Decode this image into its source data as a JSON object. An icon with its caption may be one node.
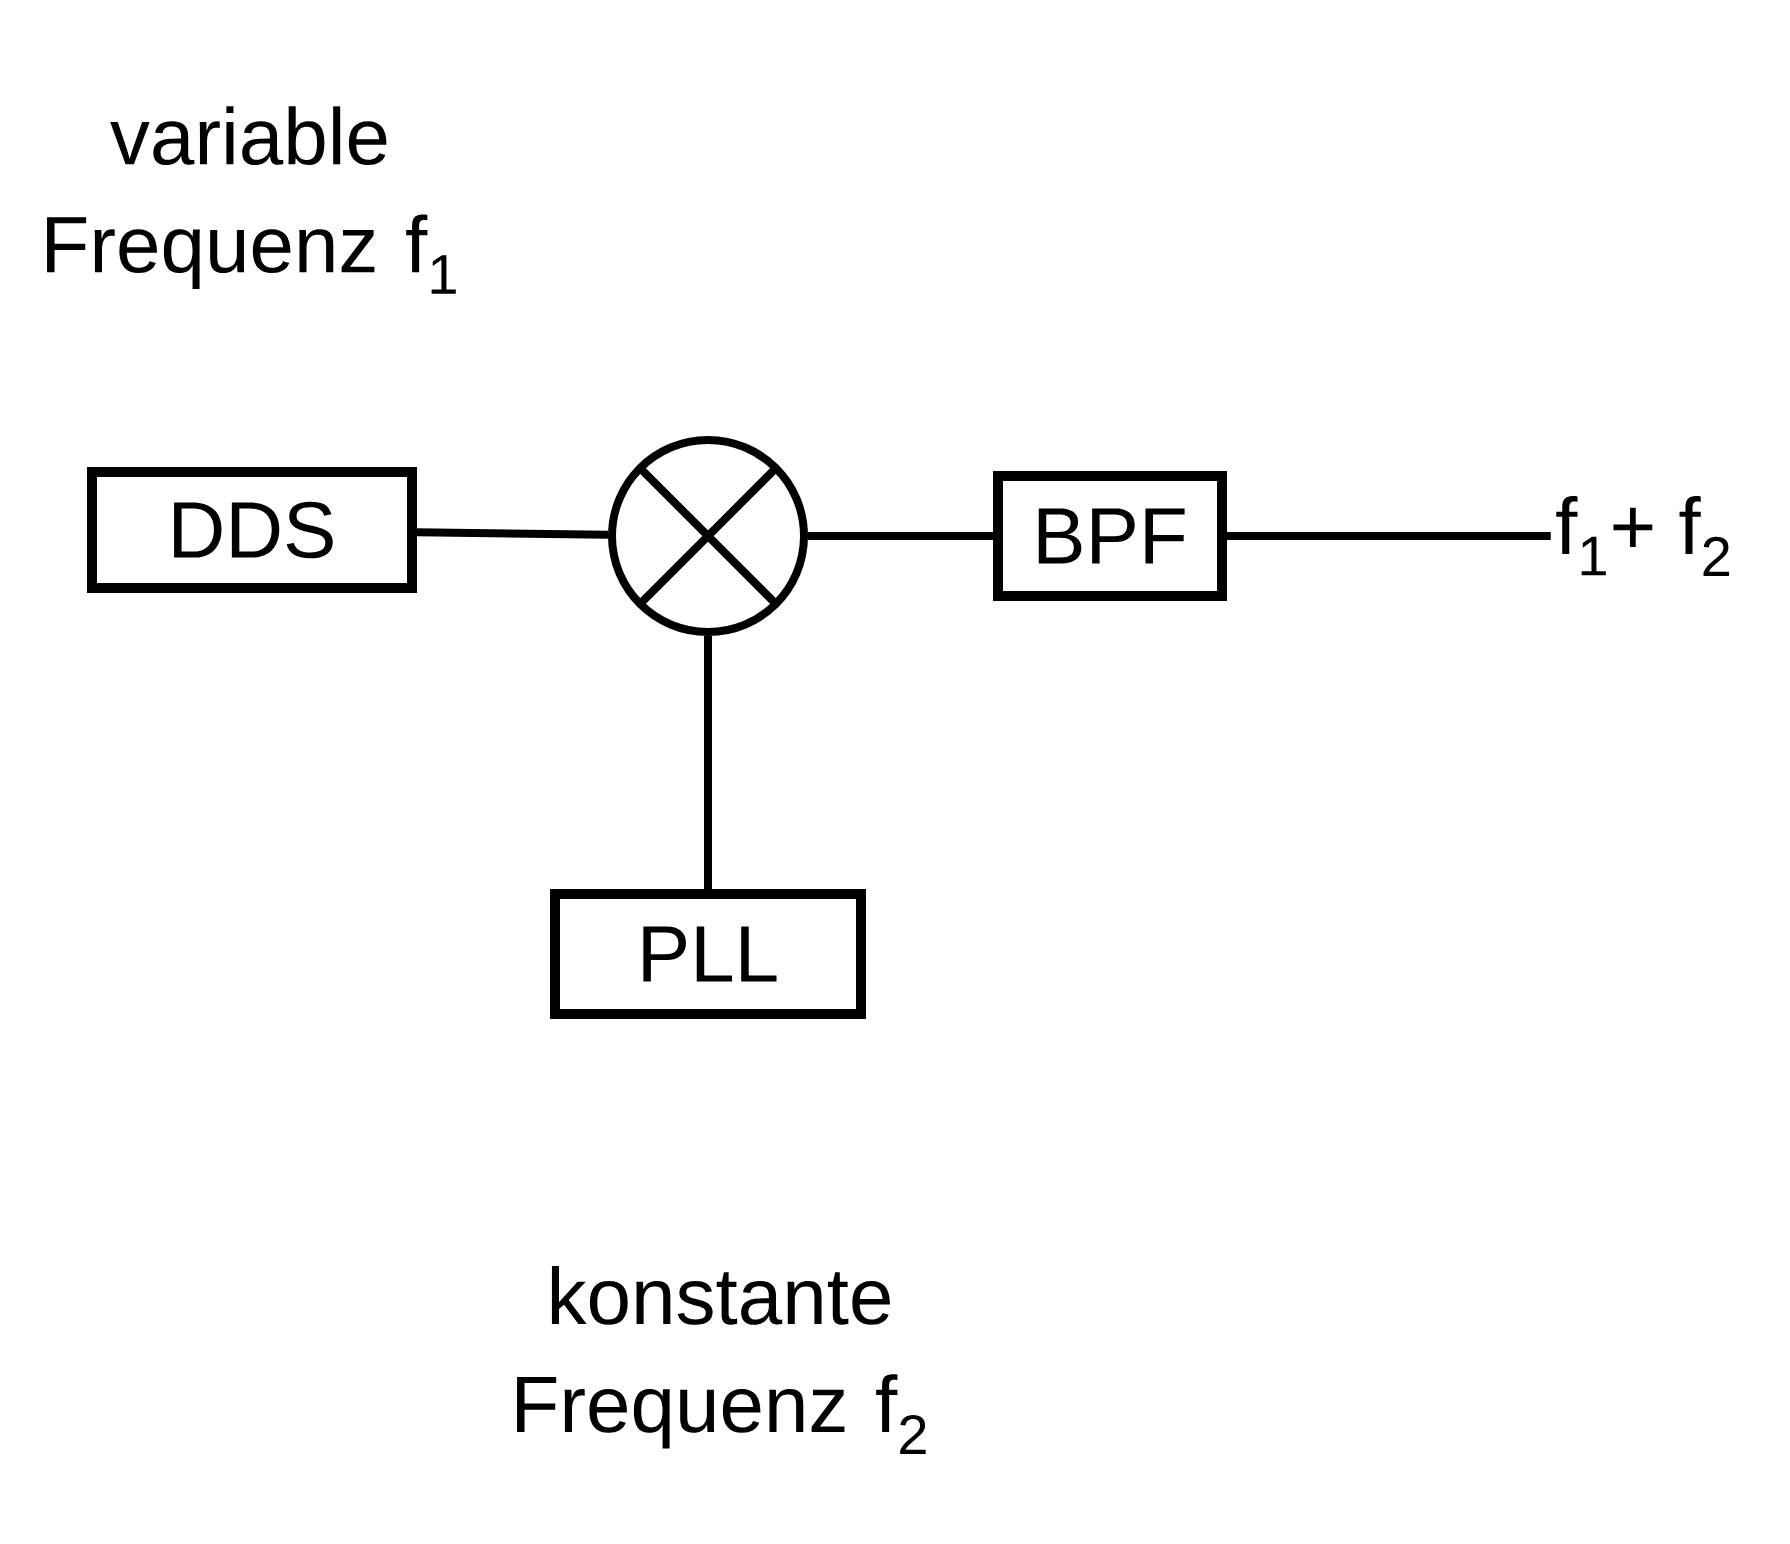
{
  "diagram": {
    "nodes": [
      {
        "text": [
          "DDS"
        ],
        "beside": [
          "variable Frequenz f$_{1}$"
        ]
      },
      {
        "text": [],
        "shape": "circle"
      },
      {
        "text": [
          "BPF"
        ]
      },
      {
        "text": [
          "PLL"
        ],
        "beside": [
          "konstante Frequenz f$_{2}$"
        ]
      },
      {
        "text": [
          "f$_{1}$+ f$_{2}$"
        ]
      }
    ],
    "edges": [
      {
        "from": 0,
        "to": 1,
        "arrow": "none"
      },
      {
        "from": 1,
        "to": 2,
        "arrow": "none"
      },
      {
        "from": 3,
        "to": 1,
        "arrow": "none"
      },
      {
        "from": 2,
        "to": 4,
        "arrow": "none"
      }
    ]
  }
}
